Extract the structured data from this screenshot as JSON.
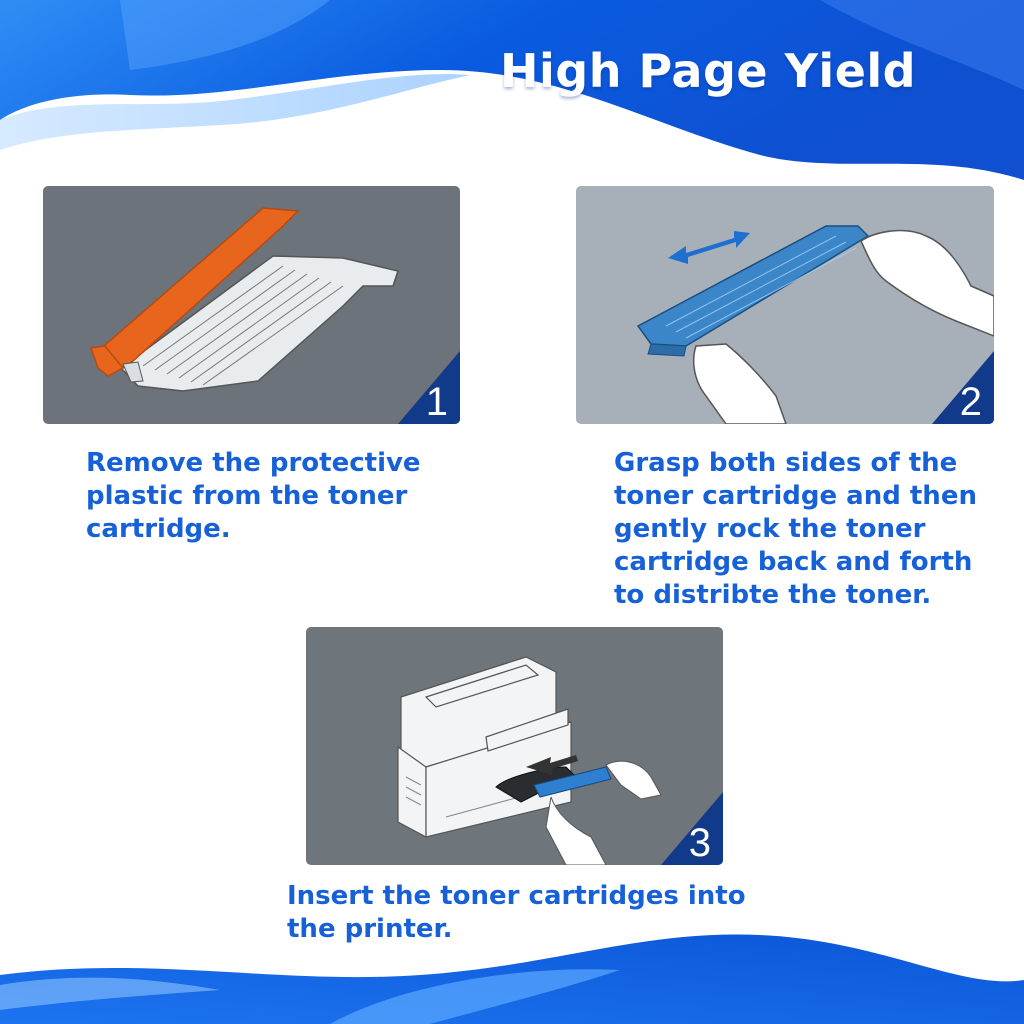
{
  "header": {
    "title": "High Page Yield"
  },
  "steps": [
    {
      "number": "1",
      "caption": "Remove the protective plastic from the toner cartridge."
    },
    {
      "number": "2",
      "caption": "Grasp both sides of the toner cartridge and then gently rock the toner cartridge back and forth to distribte the toner."
    },
    {
      "number": "3",
      "caption": "Insert the toner cartridges into the printer."
    }
  ],
  "colors": {
    "brand_blue": "#1660d8",
    "wave_blue": "#0a5be0",
    "protective_cover": "#e8651e",
    "cartridge_highlight": "#3a86c8"
  },
  "icons": [
    "remove-protective-cover-illustration",
    "rock-cartridge-illustration",
    "double-arrow-icon",
    "insert-cartridge-printer-illustration"
  ]
}
